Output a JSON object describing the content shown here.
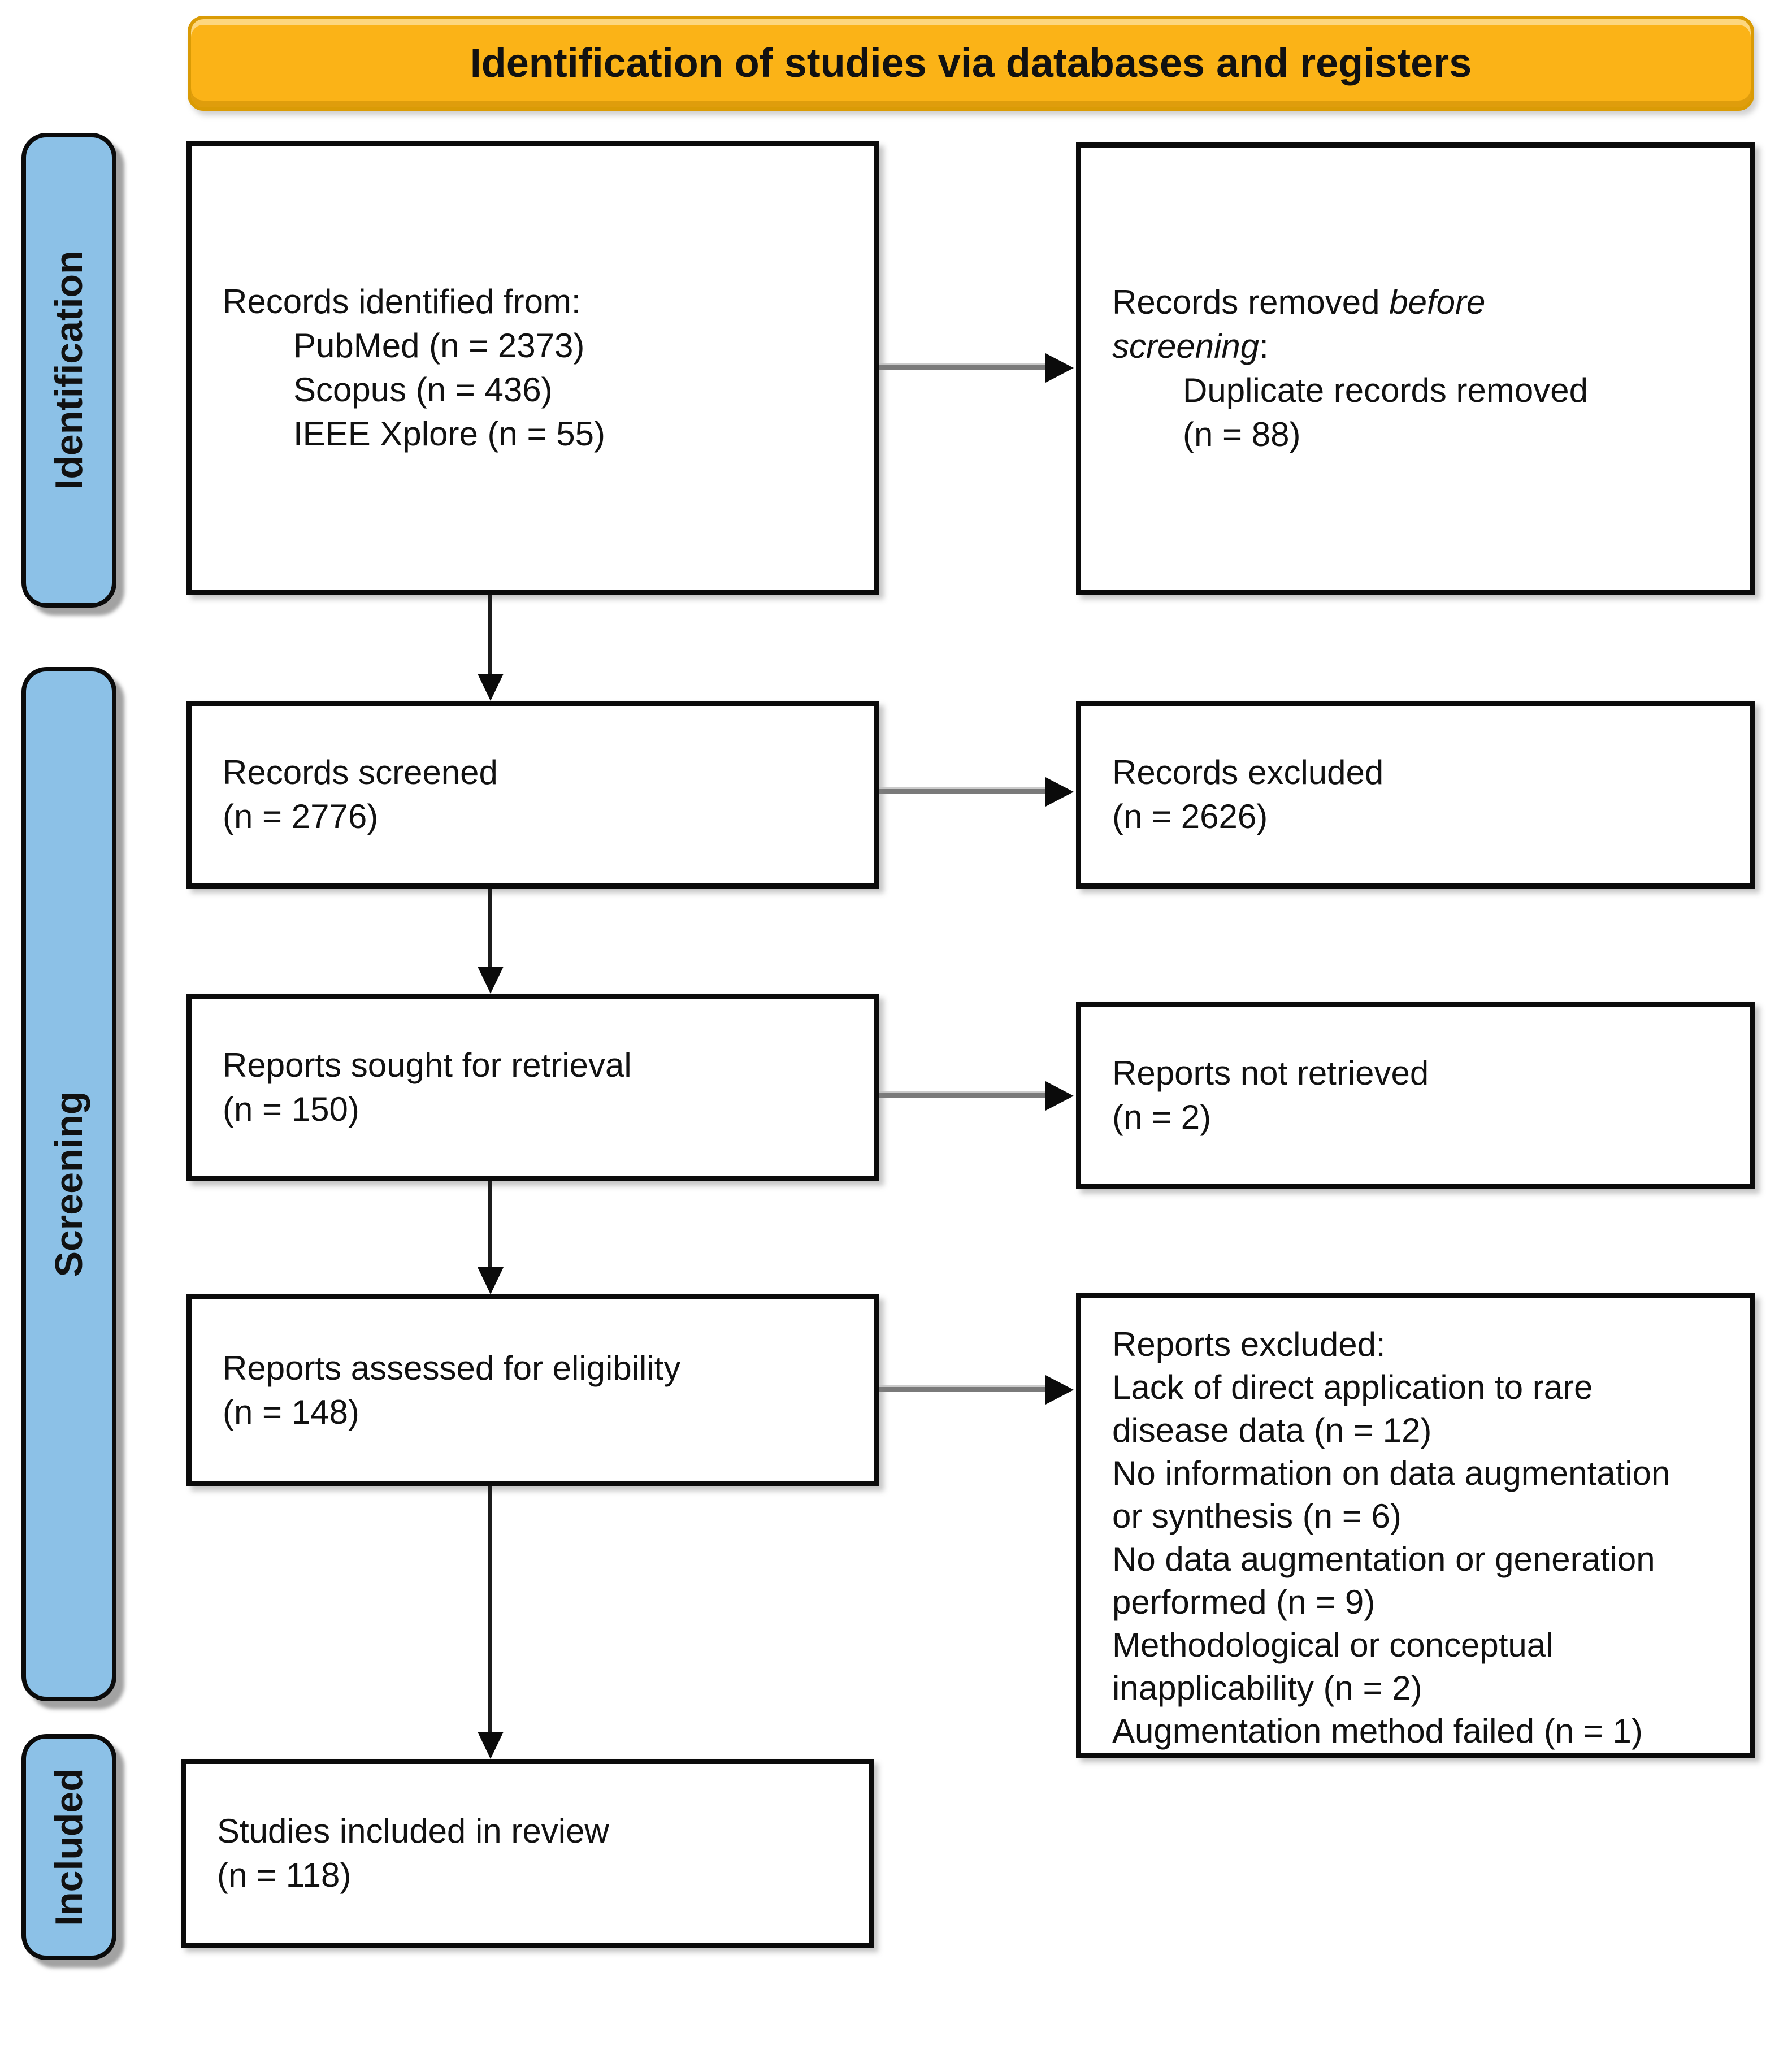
{
  "header": {
    "label": "Identification of studies via databases and registers"
  },
  "sidebar": {
    "identification": "Identification",
    "screening": "Screening",
    "included": "Included"
  },
  "boxes": {
    "identified": {
      "title": "Records identified from:",
      "items": [
        "PubMed (n = 2373)",
        "Scopus (n = 436)",
        "IEEE Xplore (n = 55)"
      ]
    },
    "removed": {
      "line1_regular": "Records removed ",
      "line1_italic": "before",
      "line2_italic": "screening",
      "line2_regular": ":",
      "items": [
        "Duplicate records removed",
        "(n = 88)"
      ]
    },
    "screened": {
      "lines": [
        "Records screened",
        "(n = 2776)"
      ]
    },
    "records_excluded": {
      "lines": [
        "Records excluded",
        "(n = 2626)"
      ]
    },
    "sought": {
      "lines": [
        "Reports sought for retrieval",
        "(n = 150)"
      ]
    },
    "not_retrieved": {
      "lines": [
        "Reports not retrieved",
        "(n = 2)"
      ]
    },
    "assessed": {
      "lines": [
        "Reports assessed for eligibility",
        "(n = 148)"
      ]
    },
    "reports_excluded": {
      "lines": [
        "Reports excluded:",
        "Lack of direct application to rare",
        "disease data (n = 12)",
        "No information on data augmentation",
        "or synthesis (n = 6)",
        "No data augmentation or generation",
        "performed (n = 9)",
        "Methodological or conceptual",
        "inapplicability (n = 2)",
        "Augmentation method failed (n = 1)"
      ]
    },
    "included_studies": {
      "lines": [
        "Studies included in review",
        "(n = 118)"
      ]
    }
  },
  "colors": {
    "header_fill": "#FBB317",
    "header_border": "#DA9B05",
    "phase_bar_fill": "#8CC1E7",
    "box_background": "#FFFFFF",
    "border_black": "#0B0B0B",
    "arrow_gray": "#7A7A7A",
    "text_black": "#111111"
  }
}
